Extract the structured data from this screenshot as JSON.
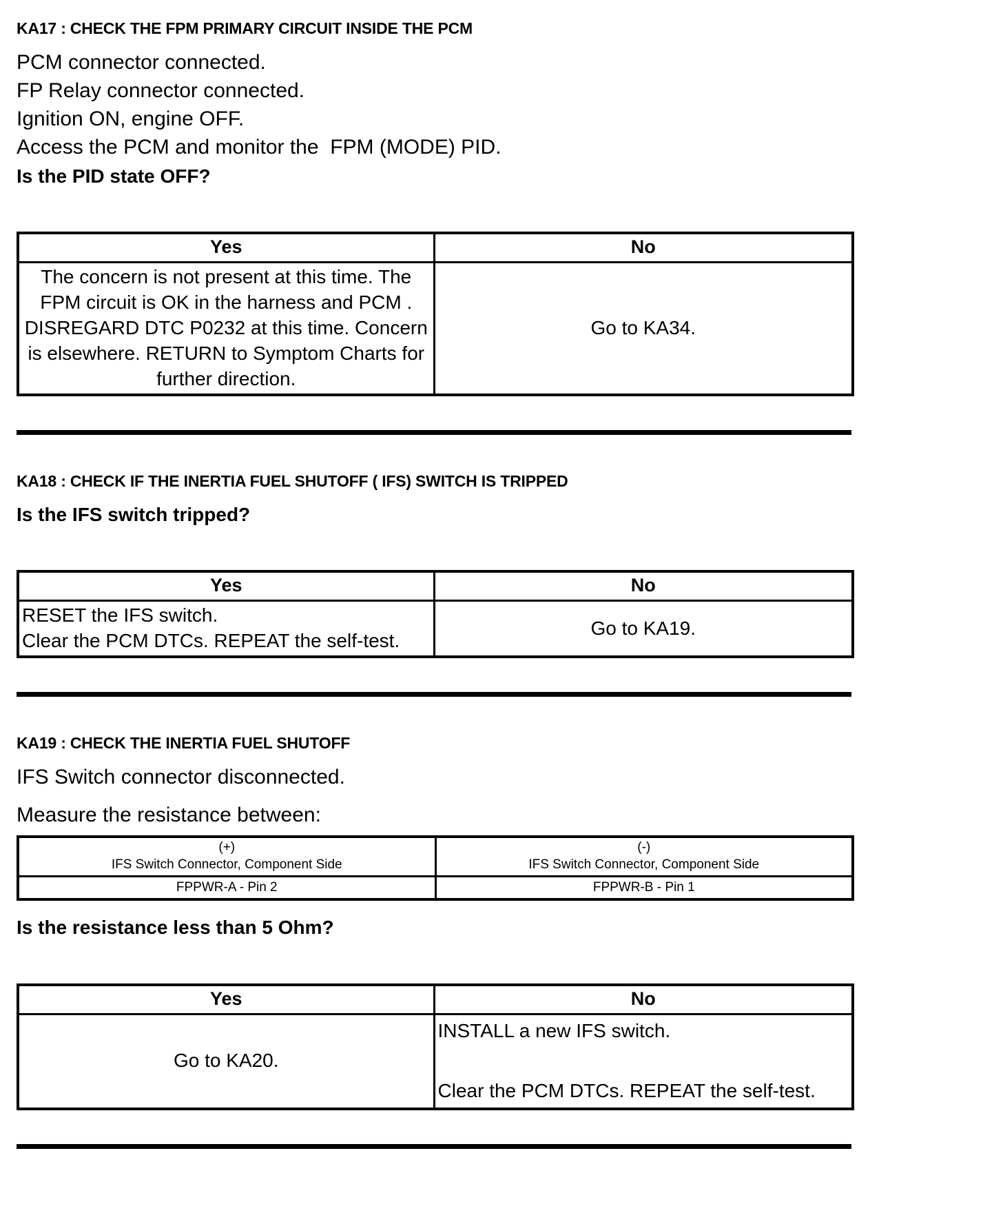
{
  "document": {
    "type": "diagnostic-pinpoint-test",
    "answer_header_yes": "Yes",
    "answer_header_no": "No"
  },
  "sections": [
    {
      "id": "KA17",
      "heading": "KA17 : CHECK THE FPM PRIMARY CIRCUIT INSIDE THE PCM",
      "steps": [
        "PCM connector connected.",
        "FP Relay connector connected.",
        "Ignition ON, engine OFF.",
        "Access the PCM and monitor the  FPM (MODE) PID."
      ],
      "question": "Is the PID state OFF?",
      "yes_header": "Yes",
      "no_header": "No",
      "yes_action": "The concern is not present at this time. The FPM circuit is OK in the harness and PCM . DISREGARD DTC P0232 at this time. Concern is elsewhere. RETURN to Symptom Charts for further direction.",
      "no_action": "Go to KA34."
    },
    {
      "id": "KA18",
      "heading": "KA18 : CHECK IF THE INERTIA FUEL SHUTOFF ( IFS) SWITCH IS TRIPPED",
      "question": "Is the IFS switch tripped?",
      "yes_header": "Yes",
      "no_header": "No",
      "yes_action": "RESET the IFS switch.\nClear the PCM DTCs. REPEAT the self-test.",
      "no_action": "Go to KA19."
    },
    {
      "id": "KA19",
      "heading": "KA19 : CHECK THE INERTIA FUEL SHUTOFF",
      "steps": [
        "IFS Switch connector disconnected.",
        "Measure the resistance between:"
      ],
      "measurement": {
        "positive_sign": "(+)",
        "positive_connector": "IFS Switch Connector, Component Side",
        "positive_pin": "FPPWR-A - Pin 2",
        "negative_sign": "(-)",
        "negative_connector": "IFS Switch Connector, Component Side",
        "negative_pin": "FPPWR-B - Pin 1"
      },
      "question": "Is the resistance less than 5 Ohm?",
      "yes_header": "Yes",
      "no_header": "No",
      "yes_action": "Go to KA20.",
      "no_action_line1": "INSTALL a new IFS switch.",
      "no_action_line2": "Clear the PCM DTCs. REPEAT the self-test."
    }
  ]
}
